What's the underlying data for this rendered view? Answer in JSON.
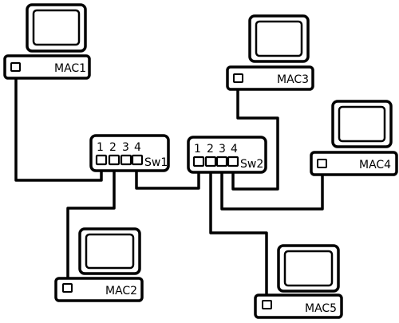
{
  "macs": [
    {
      "id": "mac1",
      "label": "MAC1"
    },
    {
      "id": "mac2",
      "label": "MAC2"
    },
    {
      "id": "mac3",
      "label": "MAC3"
    },
    {
      "id": "mac4",
      "label": "MAC4"
    },
    {
      "id": "mac5",
      "label": "MAC5"
    }
  ],
  "switches": [
    {
      "id": "sw1",
      "label": "Sw1",
      "ports": [
        "1",
        "2",
        "3",
        "4"
      ]
    },
    {
      "id": "sw2",
      "label": "Sw2",
      "ports": [
        "1",
        "2",
        "3",
        "4"
      ]
    }
  ]
}
